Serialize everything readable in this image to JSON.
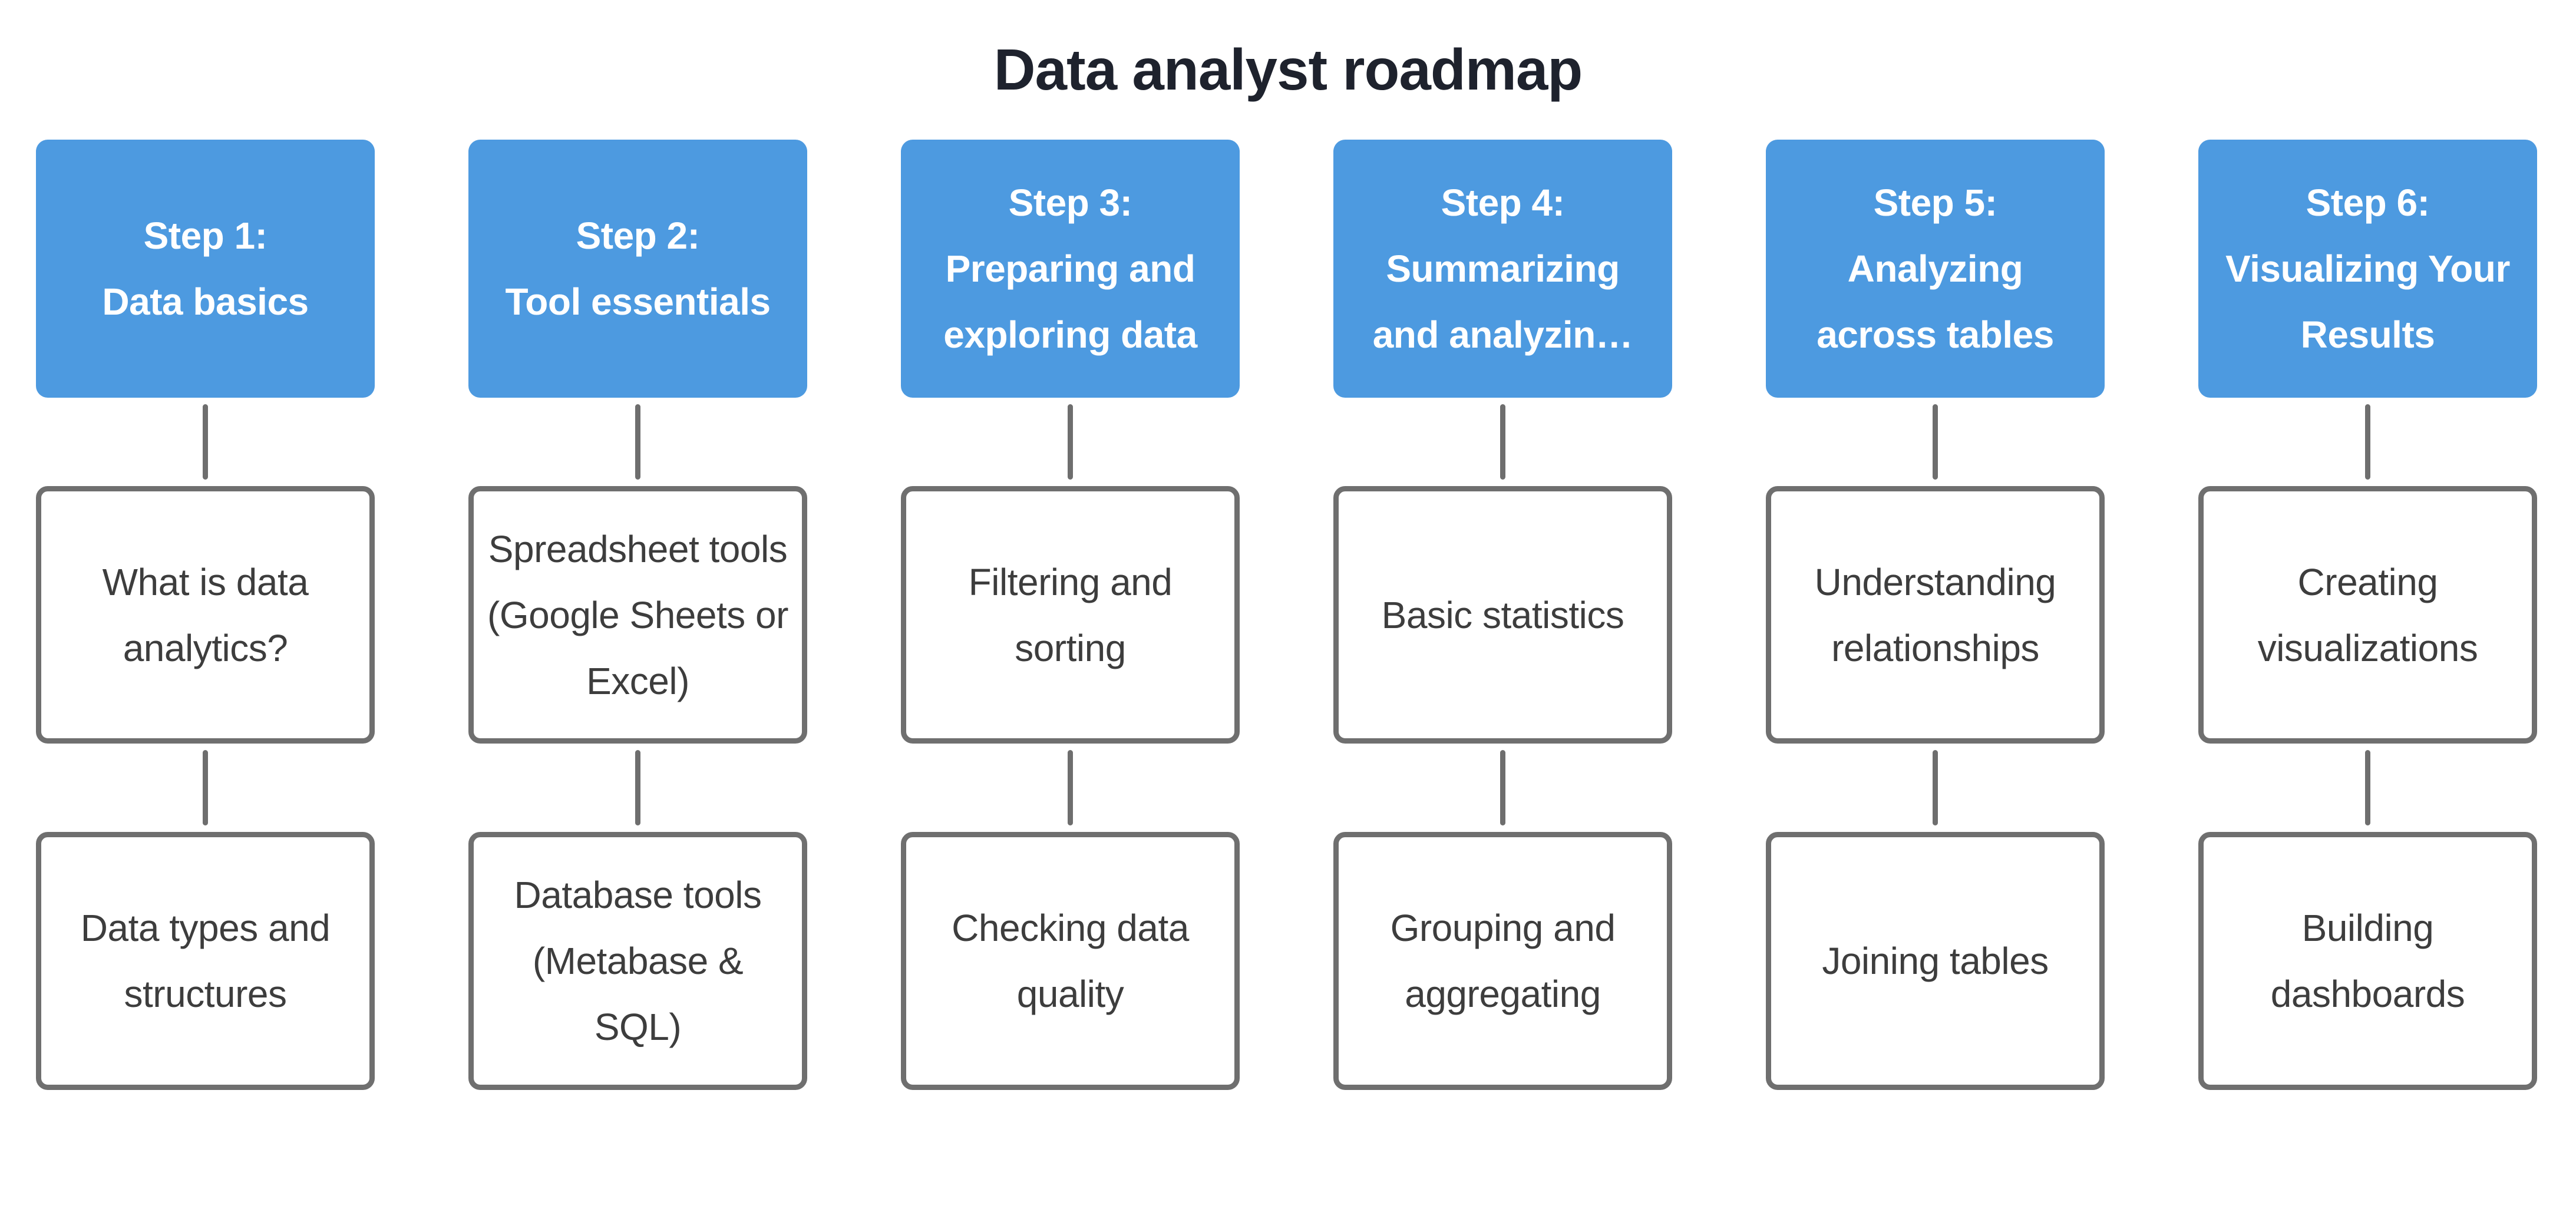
{
  "title": "Data analyst roadmap",
  "colors": {
    "header-bg": "#4d9ae0",
    "header-text": "#ffffff",
    "box-border": "#6f6f6f",
    "box-text": "#3d3d3d",
    "connector": "#6e6e6e",
    "title-text": "#1e222d",
    "canvas-bg": "#ffffff"
  },
  "columns": [
    {
      "header_lines": [
        "Step 1:",
        "Data basics"
      ],
      "boxes": [
        "What is data analytics?",
        "Data types and structures"
      ]
    },
    {
      "header_lines": [
        "Step 2:",
        "Tool essentials"
      ],
      "boxes": [
        "Spreadsheet tools (Google Sheets or Excel)",
        "Database tools (Metabase & SQL)"
      ]
    },
    {
      "header_lines": [
        "Step 3:",
        "Preparing and",
        "exploring data"
      ],
      "boxes": [
        "Filtering and sorting",
        "Checking data quality"
      ]
    },
    {
      "header_lines": [
        "Step 4:",
        "Summarizing",
        "and analyzin…"
      ],
      "boxes": [
        "Basic statistics",
        "Grouping and aggregating"
      ]
    },
    {
      "header_lines": [
        "Step 5:",
        "Analyzing",
        "across tables"
      ],
      "boxes": [
        "Understanding relationships",
        "Joining tables"
      ]
    },
    {
      "header_lines": [
        "Step 6:",
        "Visualizing Your",
        "Results"
      ],
      "boxes": [
        "Creating visualizations",
        "Building dashboards"
      ]
    }
  ]
}
